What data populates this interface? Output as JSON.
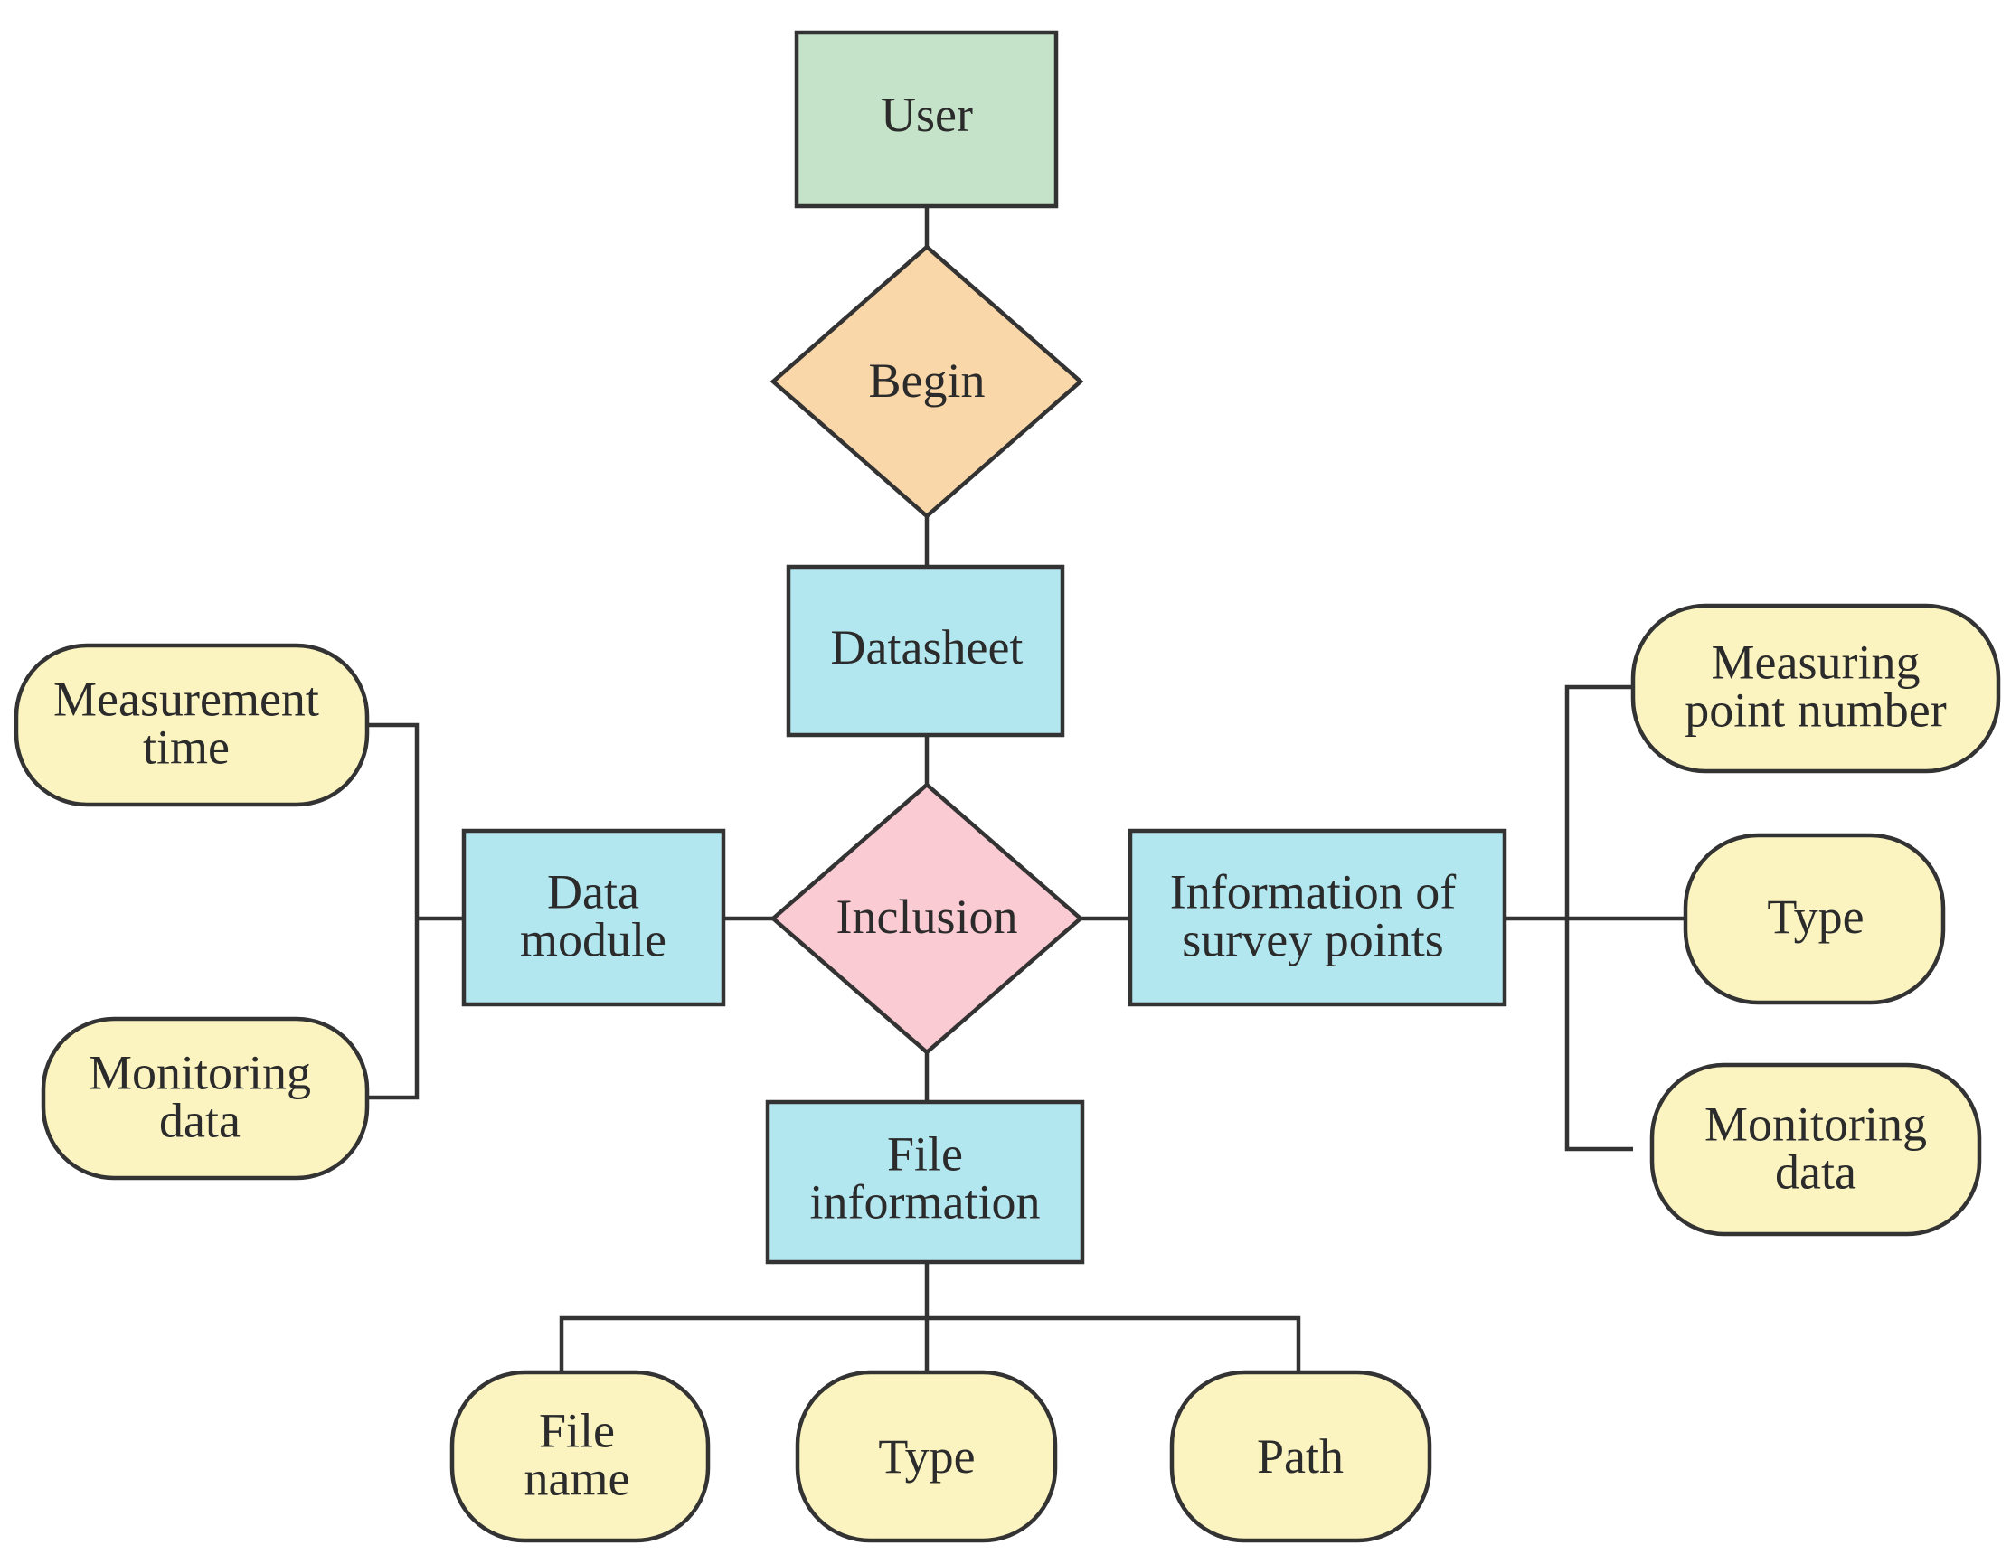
{
  "colors": {
    "user": "#c5e3c8",
    "begin": "#fad7a8",
    "entity": "#b3e7f0",
    "relation": "#fbcbd3",
    "attribute": "#fbf4c0",
    "line": "#333333"
  },
  "nodes": {
    "user": {
      "lines": [
        "User"
      ]
    },
    "begin": {
      "lines": [
        "Begin"
      ]
    },
    "datasheet": {
      "lines": [
        "Datasheet"
      ]
    },
    "inclusion": {
      "lines": [
        "Inclusion"
      ]
    },
    "data_module": {
      "lines": [
        "Data",
        "module"
      ]
    },
    "survey_points": {
      "lines": [
        "Information of",
        "survey points"
      ]
    },
    "file_information": {
      "lines": [
        "File",
        "information"
      ]
    },
    "measurement_time": {
      "lines": [
        "Measurement",
        "time"
      ]
    },
    "monitoring_data_left": {
      "lines": [
        "Monitoring",
        "data"
      ]
    },
    "measuring_point_number": {
      "lines": [
        "Measuring",
        "point number"
      ]
    },
    "type_right": {
      "lines": [
        "Type"
      ]
    },
    "monitoring_data_right": {
      "lines": [
        "Monitoring",
        "data"
      ]
    },
    "file_name": {
      "lines": [
        "File",
        "name"
      ]
    },
    "type_bottom": {
      "lines": [
        "Type"
      ]
    },
    "path": {
      "lines": [
        "Path"
      ]
    }
  }
}
